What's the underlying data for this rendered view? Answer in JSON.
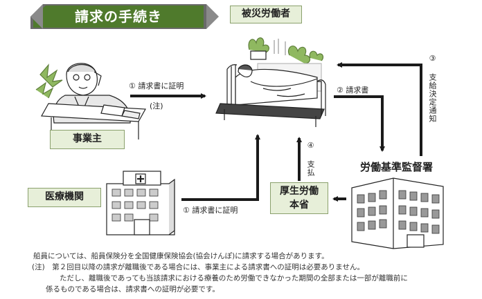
{
  "title": "請求の手続き",
  "nodes": {
    "victim": "被災労働者",
    "employer": "事業主",
    "medical": "医療機関",
    "labor_office": "労働基準監督署",
    "ministry_line1": "厚生労働",
    "ministry_line2": "本省"
  },
  "steps": {
    "employer_to_victim": "① 請求書に証明",
    "employer_note": "(注)",
    "victim_to_office": "② 請求書",
    "office_to_victim": "③ 支給決定通知",
    "ministry_to_victim": "④ 支払",
    "medical_to_ministry": "① 請求書に証明"
  },
  "notes": {
    "line1": "船員については、船員保険分を全国健康保険協会(協会けんぽ)に請求する場合があります。",
    "line2": "(注)　第２回目以降の請求が離職後である場合には、事業主による請求書への証明は必要ありません。",
    "line3": "ただし、離職後であっても当該請求における療養のため労働できなかった期間の全部または一部が離職前に",
    "line4": "係るものである場合は、請求書への証明が必要です。"
  },
  "colors": {
    "banner": "#4f7a2c",
    "label_fill": "#e7efd9",
    "label_border": "#8aa06c",
    "arrow": "#1a1a1a"
  }
}
